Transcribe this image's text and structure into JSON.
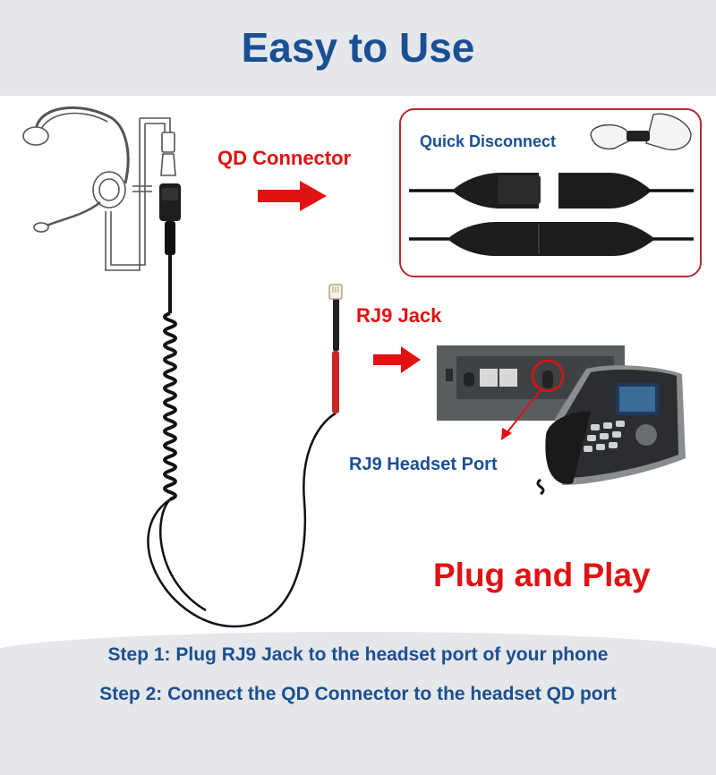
{
  "title": "Easy to Use",
  "labels": {
    "qd_connector": "QD Connector",
    "quick_disconnect": "Quick Disconnect",
    "rj9_jack": "RJ9 Jack",
    "rj9_headset_port": "RJ9 Headset Port",
    "plug_and_play": "Plug and Play"
  },
  "steps": [
    "Step 1: Plug RJ9 Jack to the headset port of your phone",
    "Step 2: Connect the QD Connector to the headset QD port"
  ],
  "colors": {
    "title_blue": "#1b4f93",
    "accent_red": "#e01212",
    "band_gray": "#e6e7ea",
    "box_border": "#b42a3a"
  },
  "icons": [
    "headset-icon",
    "qd-cable-icon",
    "arrow-right-icon",
    "rj9-plug-icon",
    "phone-port-icon",
    "ip-phone-icon",
    "hands-icon"
  ]
}
